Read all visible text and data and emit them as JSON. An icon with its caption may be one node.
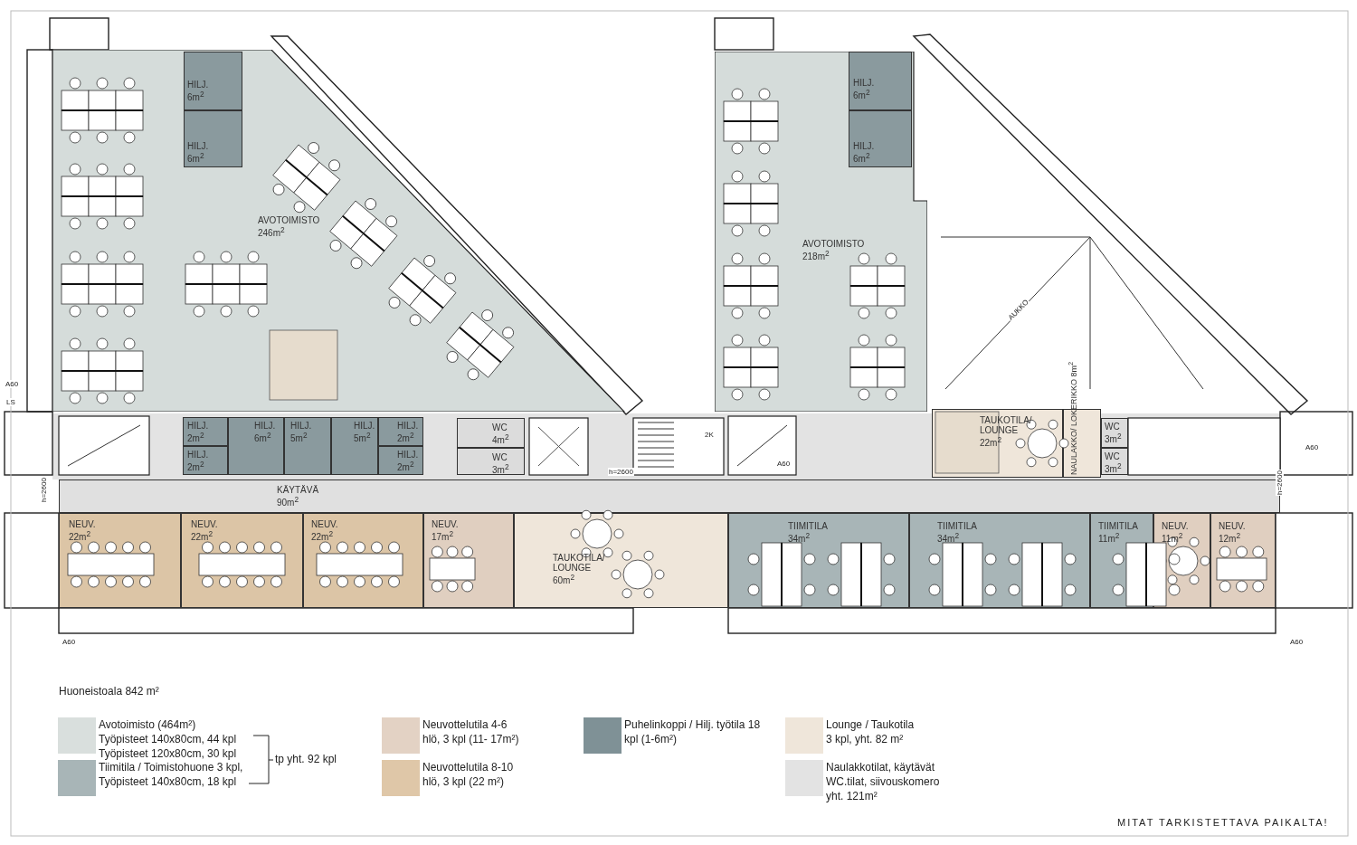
{
  "diagram": {
    "nodes": [
      {
        "text": [
          "AVOTOIMISTO 246m$^{2}$"
        ]
      },
      {
        "text": [
          "HILJ. 6m$^{2}$"
        ],
        "in": 0
      },
      {
        "text": [
          "HILJ. 6m$^{2}$"
        ],
        "in": 0
      },
      {
        "text": [
          "AVOTOIMISTO 218m$^{2}$"
        ]
      },
      {
        "text": [
          "HILJ. 6m$^{2}$"
        ],
        "in": 3
      },
      {
        "text": [
          "HILJ. 6m$^{2}$"
        ],
        "in": 3
      },
      {
        "text": [
          "HILJ. 2m$^{2}$"
        ]
      },
      {
        "text": [
          "HILJ. 6m$^{2}$"
        ]
      },
      {
        "text": [
          "HILJ. 5m$^{2}$"
        ]
      },
      {
        "text": [
          "HILJ. 5m$^{2}$"
        ]
      },
      {
        "text": [
          "HILJ. 2m$^{2}$"
        ]
      },
      {
        "text": [
          "HILJ. 2m$^{2}$"
        ]
      },
      {
        "text": [
          "HILJ. 2m$^{2}$"
        ]
      },
      {
        "text": [
          "WC 4m$^{2}$"
        ]
      },
      {
        "text": [
          "WC 3m$^{2}$"
        ]
      },
      {
        "text": [
          "TAUKOTILA/ LOUNGE 22m$^{2}$"
        ]
      },
      {
        "text": [
          "NAULAKKO/ LOKERIKKO 8m$^{2}$"
        ]
      },
      {
        "text": [
          "WC 3m$^{2}$"
        ]
      },
      {
        "text": [
          "WC 3m$^{2}$"
        ]
      },
      {
        "text": [
          "KÄYTÄVÄ 90m$^{2}$"
        ]
      },
      {
        "text": [
          "NEUV. 22m$^{2}$"
        ]
      },
      {
        "text": [
          "NEUV. 22m$^{2}$"
        ]
      },
      {
        "text": [
          "NEUV. 22m$^{2}$"
        ]
      },
      {
        "text": [
          "NEUV. 17m$^{2}$"
        ]
      },
      {
        "text": [
          "TAUKOTILA/ LOUNGE 60m$^{2}$"
        ]
      },
      {
        "text": [
          "TIIMITILA 34m$^{2}$"
        ]
      },
      {
        "text": [
          "TIIMITILA 34m$^{2}$"
        ]
      },
      {
        "text": [
          "TIIMITILA 11m$^{2}$"
        ]
      },
      {
        "text": [
          "NEUV. 11m$^{2}$"
        ]
      },
      {
        "text": [
          "NEUV. 12m$^{2}$"
        ]
      }
    ],
    "labels": [
      "AUKKO",
      "A60",
      "LS",
      "2K",
      "A60",
      "A60",
      "h=2600",
      "h=2600",
      "h=2600",
      "A60",
      "A60",
      "Huoneistoala 842 m²",
      "tp yht. 92 kpl",
      "MITAT TARKISTETTAVA PAIKALTA!"
    ],
    "legend": [
      {
        "text": "Avotoimisto (464m²) Työpisteet 140x80cm, 44 kpl Työpisteet 120x80cm, 30 kpl",
        "color": "#d9dfdd"
      },
      {
        "text": "Tiimitila / Toimistohuone 3 kpl, Työpisteet 140x80cm, 18 kpl",
        "color": "#a8b5b7"
      },
      {
        "text": "Neuvottelutila 4-6 hlö, 3 kpl (11- 17m²)",
        "color": "#e3d2c4"
      },
      {
        "text": "Neuvottelutila 8-10 hlö, 3 kpl (22 m²)",
        "color": "#dfc7a8"
      },
      {
        "text": "Puhelinkoppi / Hilj. työtila 18 kpl (1-6m²)",
        "color": "#7f9196"
      },
      {
        "text": "Lounge / Taukotila 3 kpl, yht. 82 m²",
        "color": "#efe6da"
      },
      {
        "text": "Naulakkotilat, käytävät WC.tilat, siivouskomero yht. 121m²",
        "color": "#e3e3e3"
      }
    ]
  }
}
